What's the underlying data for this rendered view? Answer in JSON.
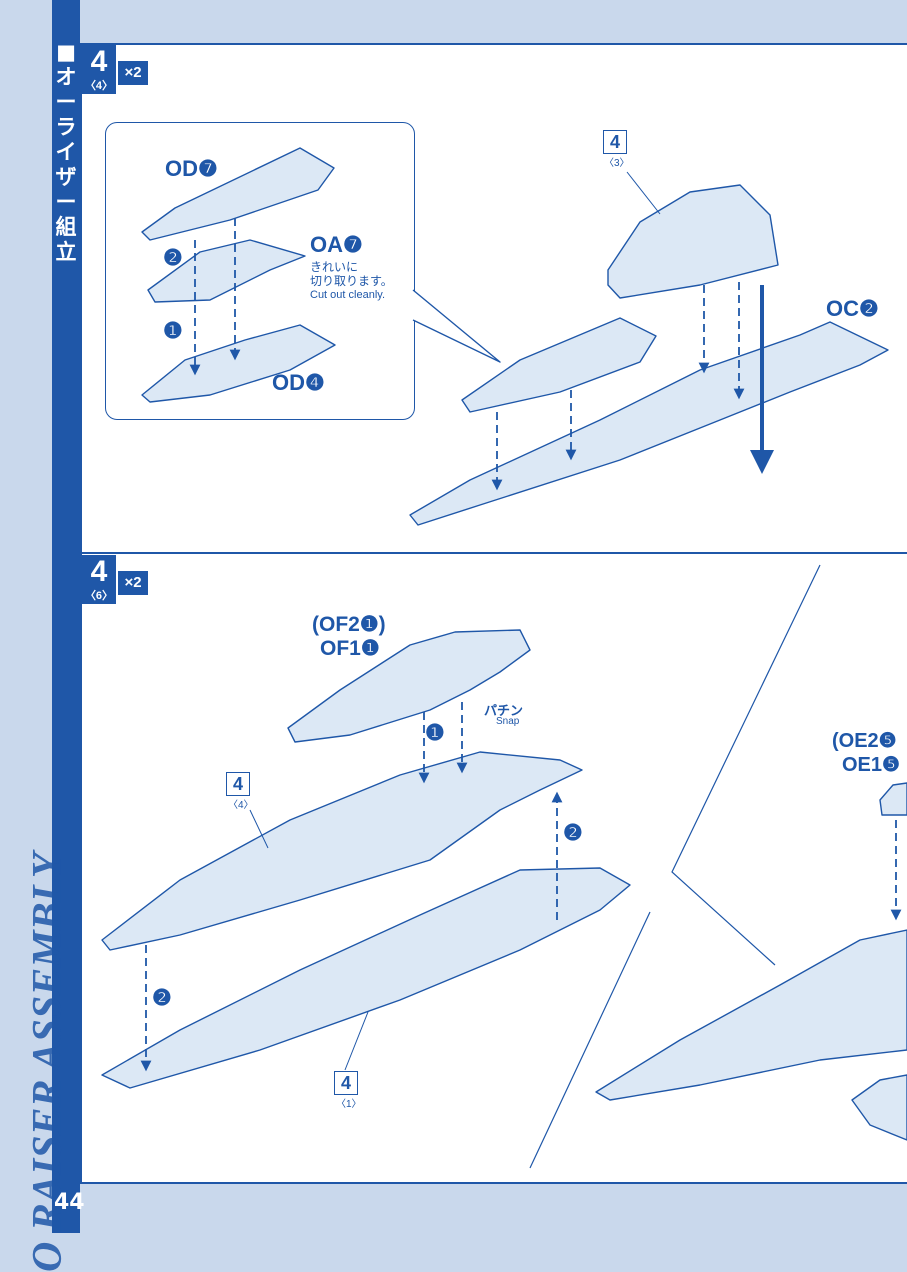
{
  "sidebar": {
    "jp_title": "■オーライザー組立",
    "en_title": "O RAISER ASSEMBLY",
    "page_number": "44"
  },
  "step1": {
    "number": "4",
    "sub": "〈4〉",
    "multiplier": "×2",
    "bubble": {
      "part_top": "OD❼",
      "part_mid": "OA❼",
      "note_jp_1": "きれいに",
      "note_jp_2": "切り取ります。",
      "note_en": "Cut out cleanly.",
      "part_bottom": "OD❹",
      "order_1": "❷",
      "order_2": "❶"
    },
    "sub_assembly_number": "4",
    "sub_assembly_sub": "〈3〉",
    "part_right": "OC❷"
  },
  "step2": {
    "number": "4",
    "sub": "〈6〉",
    "multiplier": "×2",
    "part_alt": "(OF2❶)",
    "part_main": "OF1❶",
    "snap_jp": "パチン",
    "snap_en": "Snap",
    "order_1": "❶",
    "order_2a": "❷",
    "order_2b": "❷",
    "sub_top_number": "4",
    "sub_top_sub": "〈4〉",
    "sub_bottom_number": "4",
    "sub_bottom_sub": "〈1〉",
    "part_right_alt": "(OE2❺",
    "part_right_main": "OE1❺"
  },
  "colors": {
    "accent": "#1f57a8",
    "background": "#c9d8ec",
    "part_fill": "#dce8f5"
  }
}
